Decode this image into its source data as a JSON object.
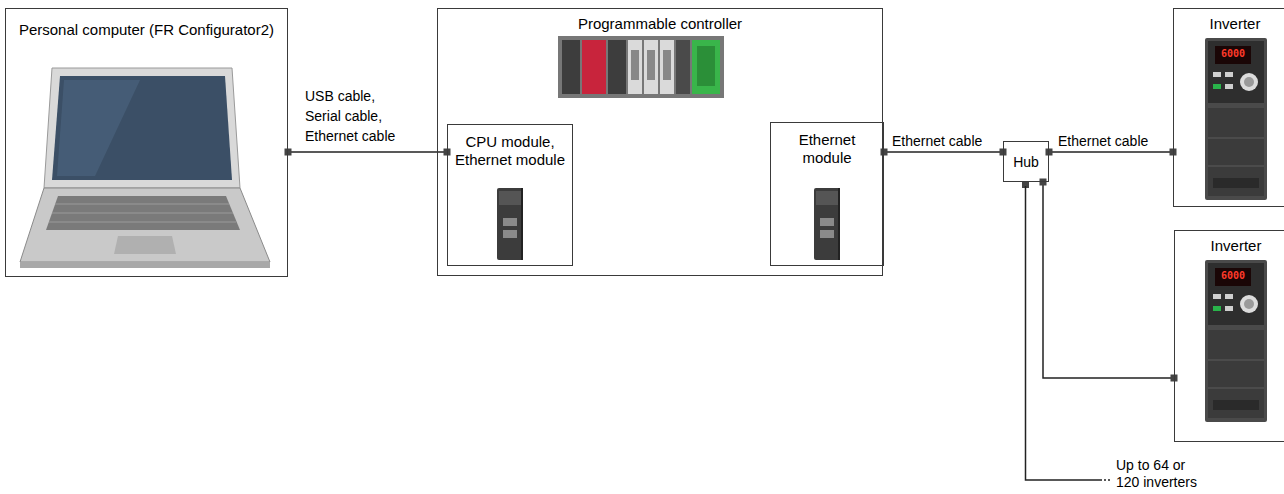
{
  "diagram": {
    "nodes": [
      {
        "text": [
          "Personal computer (FR Configurator2)"
        ]
      },
      {
        "text": [
          "Programmable controller"
        ]
      },
      {
        "text": [
          "CPU module, Ethernet module"
        ],
        "in": 1
      },
      {
        "text": [
          "Ethernet module"
        ],
        "in": 1
      },
      {
        "text": [
          "Hub"
        ]
      },
      {
        "text": [
          "Inverter"
        ]
      },
      {
        "text": [
          "Inverter"
        ]
      }
    ],
    "edges": [
      {
        "from": 0,
        "to": 2,
        "arrow": "none",
        "label": "USB cable, Serial cable, Ethernet cable"
      },
      {
        "from": 3,
        "to": 4,
        "arrow": "none",
        "label": "Ethernet cable"
      },
      {
        "from": 4,
        "to": 5,
        "arrow": "none",
        "label": "Ethernet cable"
      },
      {
        "from": 4,
        "to": 6,
        "arrow": "none"
      }
    ],
    "labels": [
      "6000",
      "6000",
      "Up to 64 or 120 inverters"
    ]
  }
}
